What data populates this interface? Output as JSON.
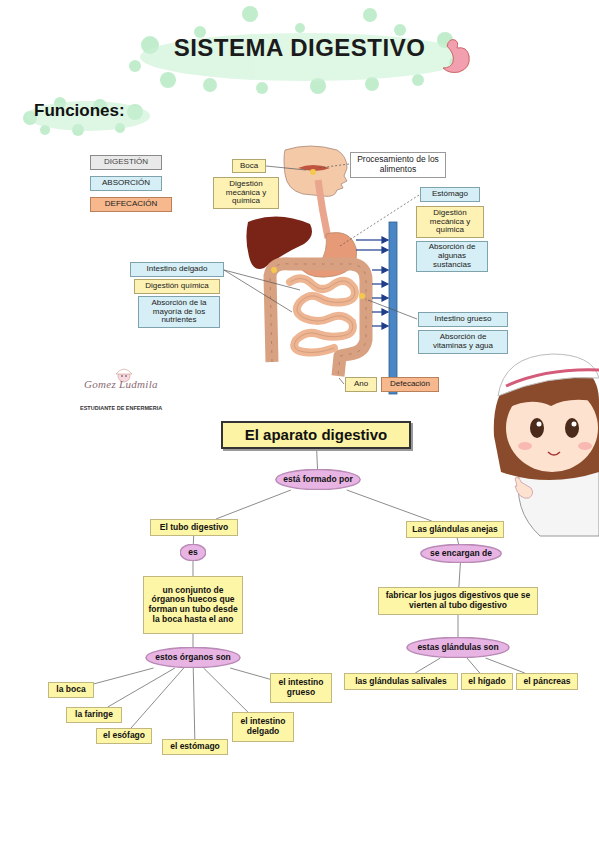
{
  "diagram": {
    "title": "SISTEMA DIGESTIVO",
    "nodes": [
      {
        "text": [
          "DIGESTIÓN"
        ]
      },
      {
        "text": [
          "ABSORCIÓN"
        ]
      },
      {
        "text": [
          "DEFECACIÓN"
        ]
      },
      {
        "text": [
          "Boca"
        ]
      },
      {
        "text": [
          "Procesamiento de los alimentos"
        ]
      },
      {
        "text": [
          "Digestión mecánica y química"
        ]
      },
      {
        "text": [
          "Estómago"
        ]
      },
      {
        "text": [
          "Digestión mecánica y química"
        ]
      },
      {
        "text": [
          "Absorción de algunas sustancias"
        ]
      },
      {
        "text": [
          "Intestino delgado"
        ]
      },
      {
        "text": [
          "Digestión química"
        ]
      },
      {
        "text": [
          "Absorción de la mayoría de los nutrientes"
        ]
      },
      {
        "text": [
          "Intestino grueso"
        ]
      },
      {
        "text": [
          "Absorción de vitaminas y agua"
        ]
      },
      {
        "text": [
          "Ano"
        ]
      },
      {
        "text": [
          "Defecación"
        ]
      },
      {
        "text": [
          "El aparato digestivo"
        ]
      },
      {
        "text": [
          "está formado por"
        ]
      },
      {
        "text": [
          "El tubo digestivo"
        ]
      },
      {
        "text": [
          "Las glándulas anejas"
        ]
      },
      {
        "text": [
          "es"
        ]
      },
      {
        "text": [
          "se encargan de"
        ]
      },
      {
        "text": [
          "un conjunto de órganos huecos que forman un tubo desde la boca hasta el ano"
        ]
      },
      {
        "text": [
          "fabricar los jugos digestivos que se vierten al tubo digestivo"
        ]
      },
      {
        "text": [
          "estos órganos son"
        ]
      },
      {
        "text": [
          "estas glándulas son"
        ]
      },
      {
        "text": [
          "el intestino grueso"
        ]
      },
      {
        "text": [
          "la boca"
        ]
      },
      {
        "text": [
          "las glándulas salivales"
        ]
      },
      {
        "text": [
          "el hígado"
        ]
      },
      {
        "text": [
          "el páncreas"
        ]
      },
      {
        "text": [
          "la faringe"
        ]
      },
      {
        "text": [
          "el intestino delgado"
        ]
      },
      {
        "text": [
          "el esófago"
        ]
      },
      {
        "text": [
          "el estómago"
        ]
      }
    ],
    "edges": [
      {
        "from": 16,
        "to": 17,
        "arrow": "none"
      },
      {
        "from": 17,
        "to": 18,
        "arrow": "none"
      },
      {
        "from": 17,
        "to": 19,
        "arrow": "none"
      },
      {
        "from": 18,
        "to": 20,
        "arrow": "none"
      },
      {
        "from": 20,
        "to": 22,
        "arrow": "none"
      },
      {
        "from": 22,
        "to": 24,
        "arrow": "none"
      },
      {
        "from": 24,
        "to": 27,
        "arrow": "none"
      },
      {
        "from": 24,
        "to": 31,
        "arrow": "none"
      },
      {
        "from": 24,
        "to": 33,
        "arrow": "none"
      },
      {
        "from": 24,
        "to": 34,
        "arrow": "none"
      },
      {
        "from": 24,
        "to": 32,
        "arrow": "none"
      },
      {
        "from": 24,
        "to": 26,
        "arrow": "none"
      },
      {
        "from": 19,
        "to": 21,
        "arrow": "none"
      },
      {
        "from": 21,
        "to": 23,
        "arrow": "none"
      },
      {
        "from": 23,
        "to": 25,
        "arrow": "none"
      },
      {
        "from": 25,
        "to": 28,
        "arrow": "none"
      },
      {
        "from": 25,
        "to": 29,
        "arrow": "none"
      },
      {
        "from": 25,
        "to": 30,
        "arrow": "none"
      }
    ],
    "labels": [
      "Funciones:",
      "Gomez Ludmila",
      "ESTUDIANTE DE ENFERMERIA"
    ]
  }
}
